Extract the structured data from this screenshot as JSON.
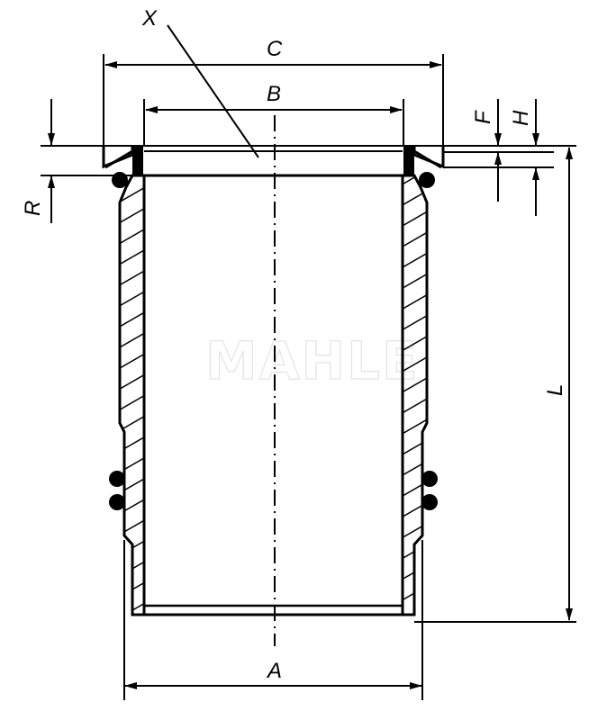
{
  "drawing": {
    "subject": "cylinder liner cross-section",
    "watermark": "MAHLE",
    "line_color": "#000000",
    "background": "#ffffff"
  },
  "dimensions": {
    "A": "A",
    "B": "B",
    "C": "C",
    "F": "F",
    "H": "H",
    "L": "L",
    "R": "R",
    "X": "X"
  }
}
